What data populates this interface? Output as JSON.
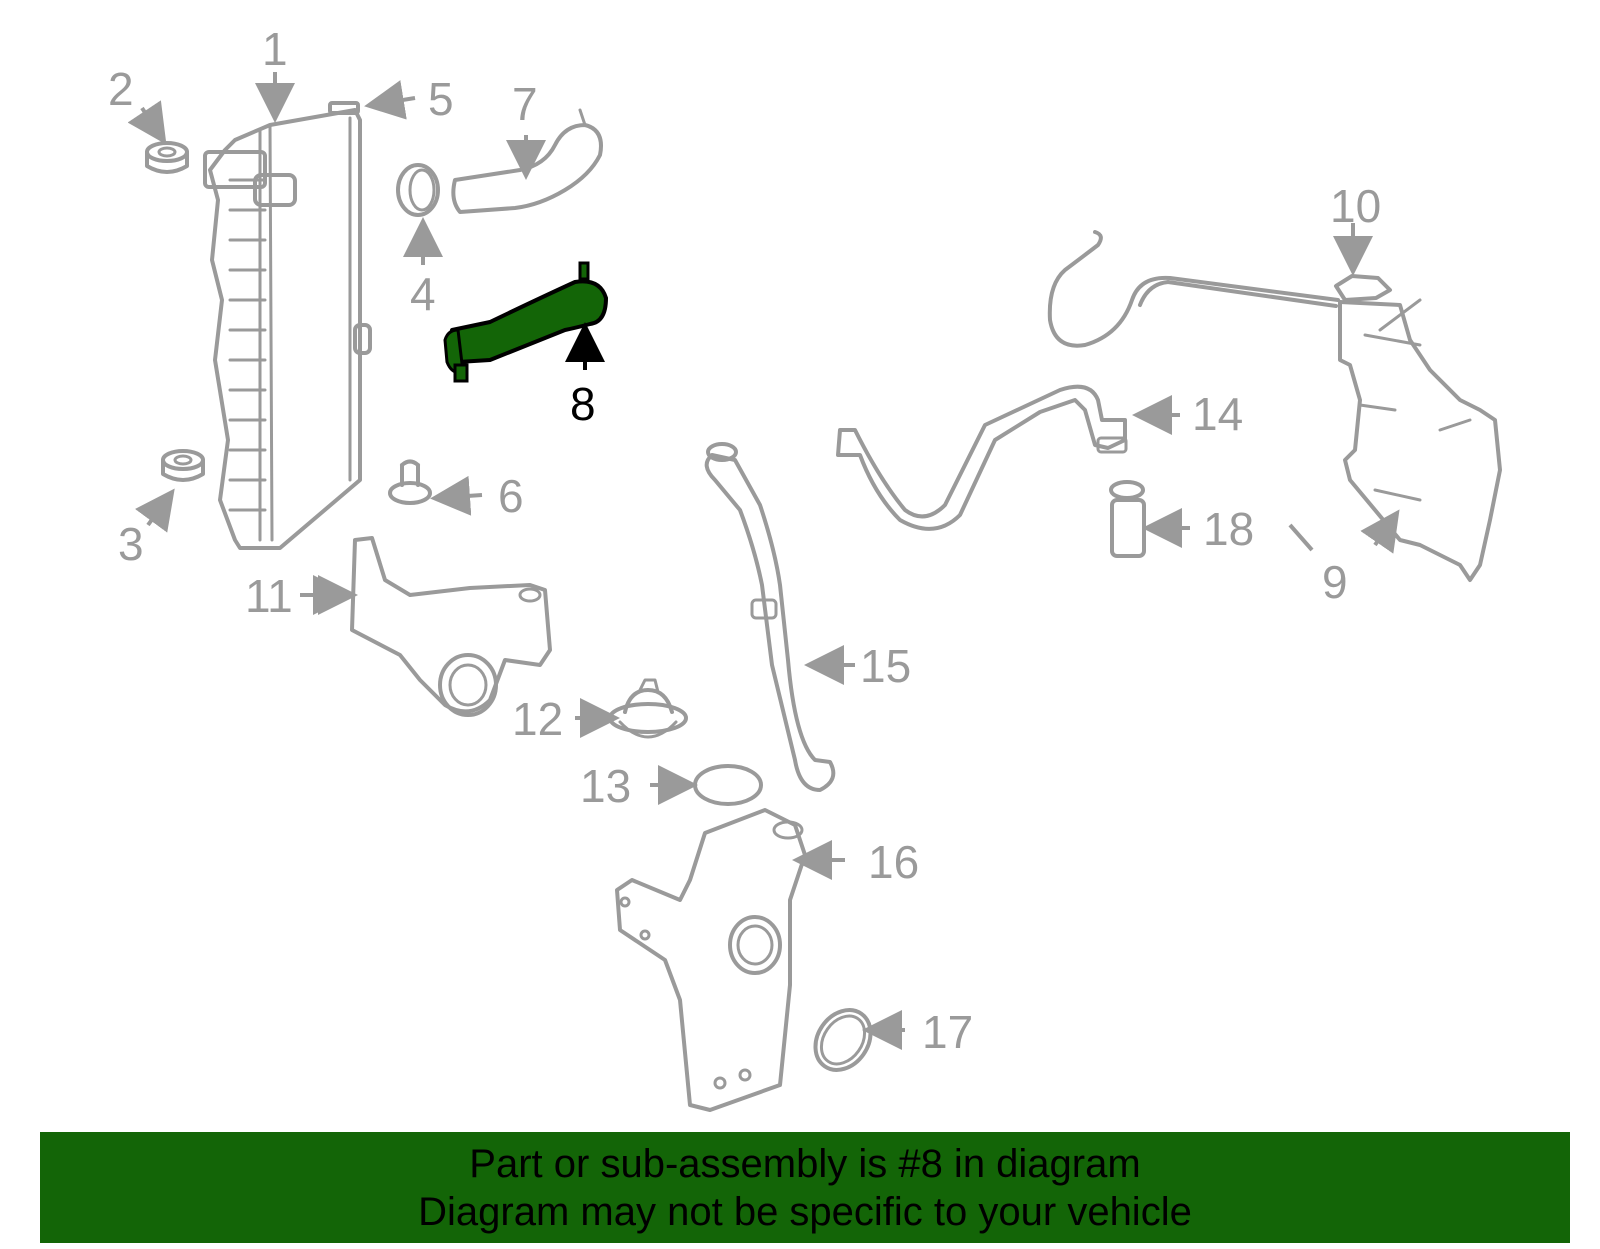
{
  "diagram": {
    "highlight_color": "#136507",
    "line_color": "#9a9a9a",
    "highlighted_part": "8",
    "callouts": [
      {
        "id": "1",
        "label": "1"
      },
      {
        "id": "2",
        "label": "2"
      },
      {
        "id": "3",
        "label": "3"
      },
      {
        "id": "4",
        "label": "4"
      },
      {
        "id": "5",
        "label": "5"
      },
      {
        "id": "6",
        "label": "6"
      },
      {
        "id": "7",
        "label": "7"
      },
      {
        "id": "8",
        "label": "8"
      },
      {
        "id": "9",
        "label": "9"
      },
      {
        "id": "10",
        "label": "10"
      },
      {
        "id": "11",
        "label": "11"
      },
      {
        "id": "12",
        "label": "12"
      },
      {
        "id": "13",
        "label": "13"
      },
      {
        "id": "14",
        "label": "14"
      },
      {
        "id": "15",
        "label": "15"
      },
      {
        "id": "16",
        "label": "16"
      },
      {
        "id": "17",
        "label": "17"
      },
      {
        "id": "18",
        "label": "18"
      }
    ]
  },
  "banner": {
    "line1": "Part or sub-assembly is #8 in diagram",
    "line2": "Diagram may not be specific to your vehicle",
    "background": "#136507"
  }
}
